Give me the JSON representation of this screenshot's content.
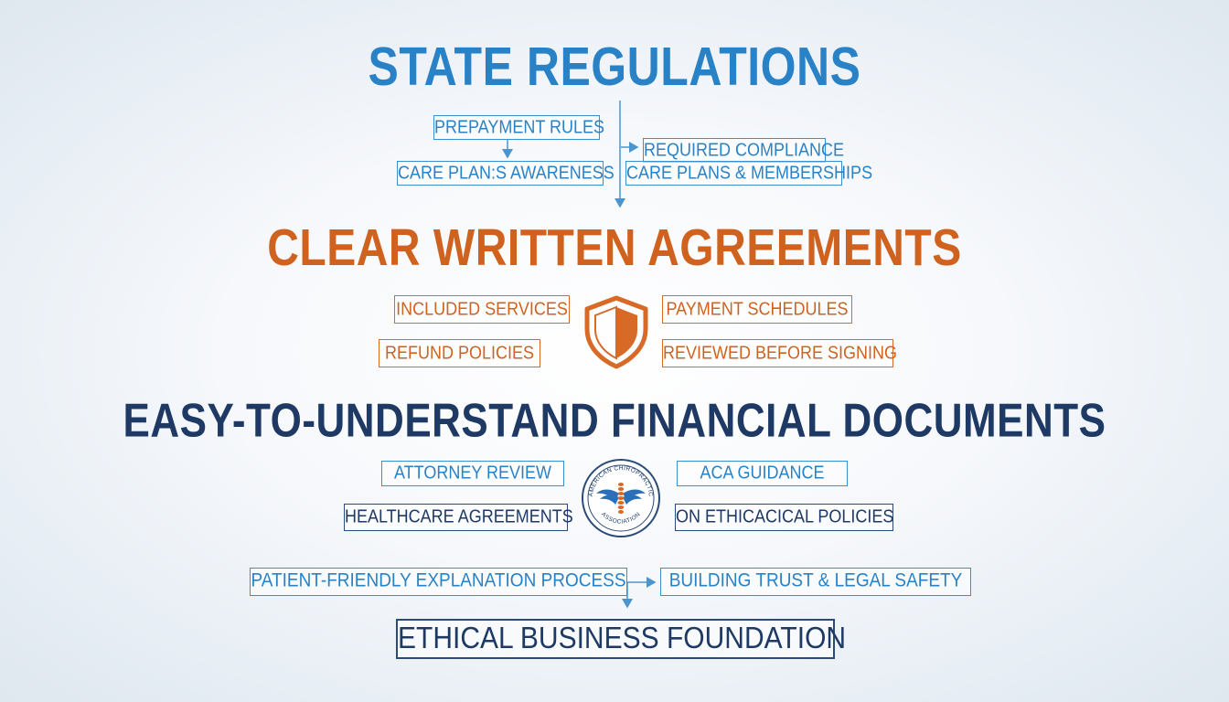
{
  "sections": {
    "state_regulations": {
      "title": "STATE REGULATIONS",
      "left": [
        "PREPAYMENT RULES",
        "CARE PLAN:S AWARENESS"
      ],
      "right": [
        "REQUIRED COMPLIANCE",
        "CARE PLANS & MEMBERSHIPS"
      ]
    },
    "clear_agreements": {
      "title": "CLEAR WRITTEN AGREEMENTS",
      "left": [
        "INCLUDED SERVICES",
        "REFUND POLICIES"
      ],
      "right": [
        "PAYMENT SCHEDULES",
        "REVIEWED BEFORE SIGNING"
      ]
    },
    "financial_documents": {
      "title": "EASY-TO-UNDERSTAND FINANCIAL DOCUMENTS",
      "left": [
        "ATTORNEY REVIEW",
        "HEALTHCARE AGREEMENTS"
      ],
      "right": [
        "ACA GUIDANCE",
        "ON ETHICACICAL POLICIES"
      ],
      "seal_top": "AMERICAN CHIROPRACTIC",
      "seal_bottom": "ASSOCIATION"
    },
    "flow": {
      "left": "PATIENT-FRIENDLY EXPLANATION PROCESS",
      "right": "BUILDING TRUST & LEGAL SAFETY",
      "foundation": "ETHICAL BUSINESS FOUNDATION"
    }
  },
  "icons": {
    "shield": "shield-icon",
    "seal": "chiropractic-seal-icon"
  },
  "colors": {
    "blue": "#2a82c6",
    "orange": "#d0621f",
    "navy": "#1e3a64"
  }
}
